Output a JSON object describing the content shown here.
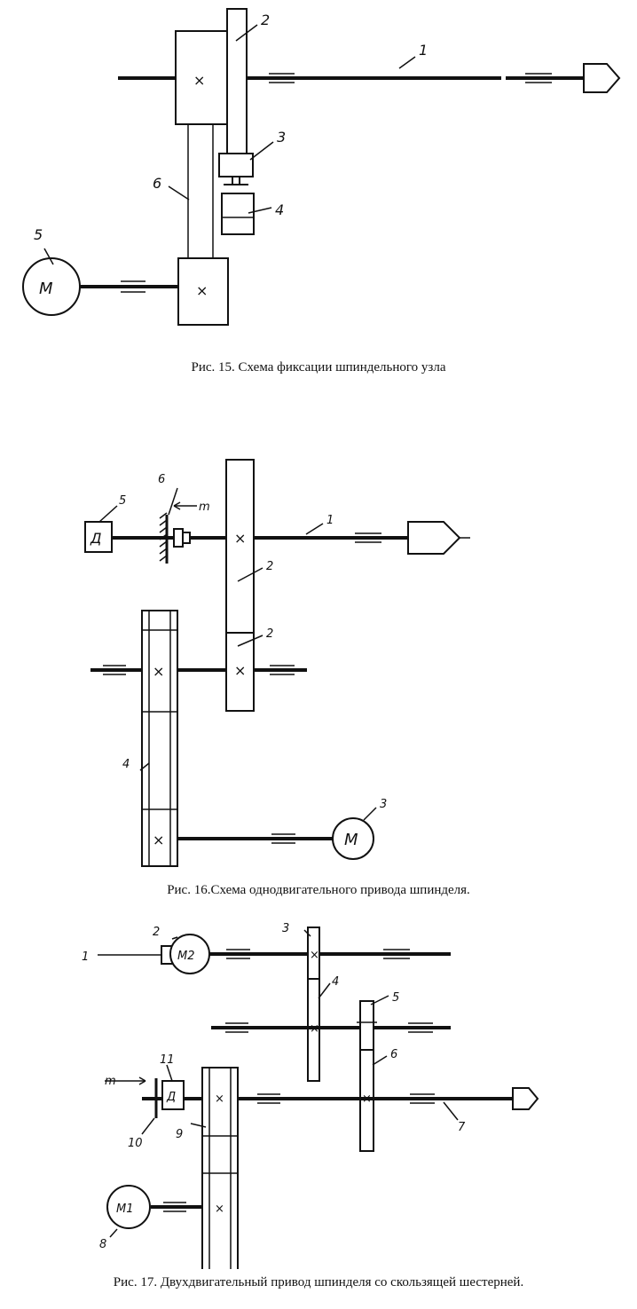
{
  "figures": [
    {
      "caption": "Рис. 15. Схема фиксации шпиндельного узла",
      "labels": {
        "n1": "1",
        "n2": "2",
        "n3": "3",
        "n4": "4",
        "n5": "5",
        "n6": "6"
      },
      "motor_label": "М"
    },
    {
      "caption": "Рис. 16.Схема однодвигательного привода шпинделя.",
      "labels": {
        "n1": "1",
        "n2a": "2",
        "n2b": "2",
        "n3": "3",
        "n4": "4",
        "n5": "5",
        "n6": "6"
      },
      "motor_label": "М",
      "sensor_label": "Д"
    },
    {
      "caption": "Рис. 17. Двухдвигательный привод шпинделя со скользящей шестерней.",
      "labels": {
        "n1": "1",
        "n2": "2",
        "n3": "3",
        "n4": "4",
        "n5": "5",
        "n6": "6",
        "n7": "7",
        "n8": "8",
        "n9": "9",
        "n10": "10",
        "n11": "11"
      },
      "motor1_label": "М1",
      "motor2_label": "М2",
      "sensor_label": "Д"
    }
  ],
  "colors": {
    "ink": "#111111",
    "paper": "#ffffff"
  }
}
